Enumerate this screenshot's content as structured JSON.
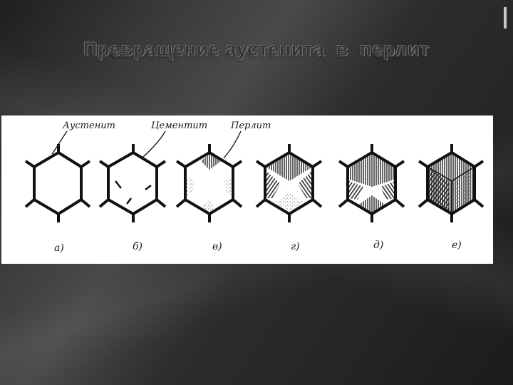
{
  "slide": {
    "title": "Превращение аустенита  в  перлит"
  },
  "figure": {
    "labels": {
      "austenite": "Аустенит",
      "cementite": "Цементит",
      "pearlite": "Перлит"
    },
    "captions": [
      "а)",
      "б)",
      "в)",
      "г)",
      "д)",
      "е)"
    ]
  }
}
